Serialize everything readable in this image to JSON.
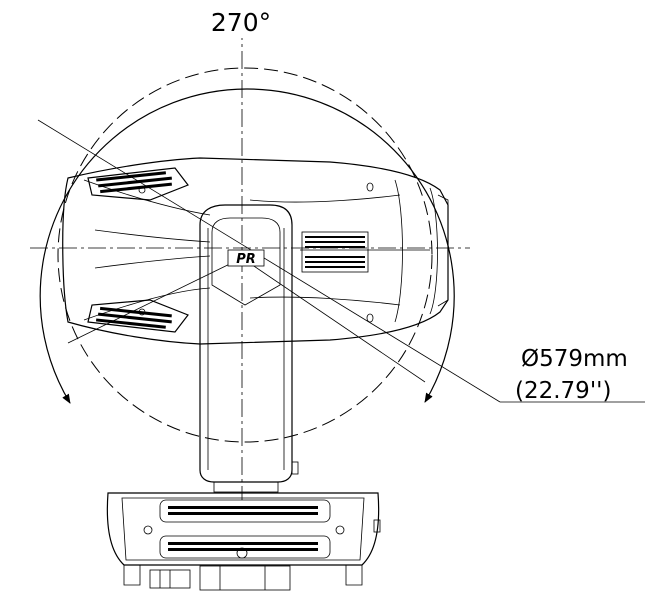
{
  "dimensions": {
    "rotation_angle": "270°",
    "diameter_mm": "Ø579mm",
    "diameter_in": "(22.79'')"
  },
  "logo_text": "PR"
}
